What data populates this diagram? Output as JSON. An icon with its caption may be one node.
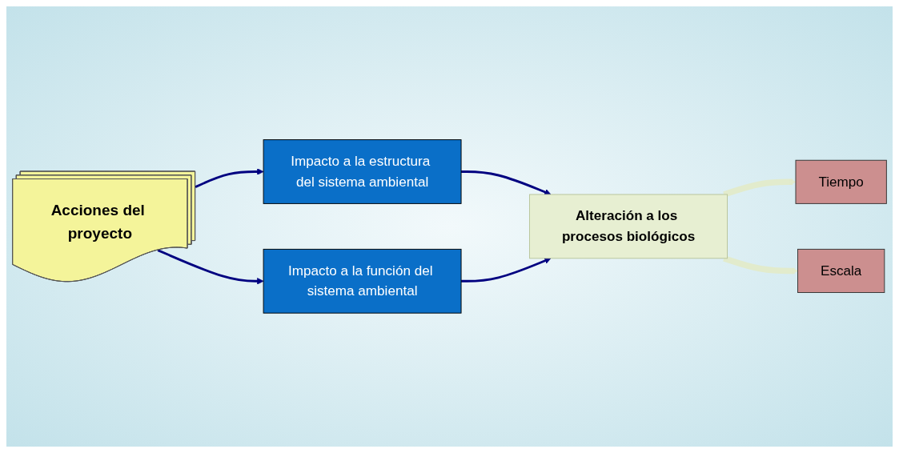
{
  "diagram": {
    "nodes": [
      {
        "text": [
          "Acciones del proyecto"
        ]
      },
      {
        "text": [
          "Impacto a la estructura del sistema ambiental"
        ]
      },
      {
        "text": [
          "Impacto a la función del sistema ambiental"
        ]
      },
      {
        "text": [
          "Alteración a los procesos biológicos"
        ]
      },
      {
        "text": [
          "Tiempo"
        ]
      },
      {
        "text": [
          "Escala"
        ]
      }
    ],
    "edges": [
      {
        "from": 0,
        "to": 1,
        "arrow": "to"
      },
      {
        "from": 0,
        "to": 2,
        "arrow": "to"
      },
      {
        "from": 1,
        "to": 3,
        "arrow": "to"
      },
      {
        "from": 2,
        "to": 3,
        "arrow": "to"
      },
      {
        "from": 3,
        "to": 4,
        "arrow": "to",
        "style": "thick",
        "color": "#e2ebcc"
      },
      {
        "from": 3,
        "to": 5,
        "arrow": "to",
        "style": "thick",
        "color": "#e2ebcc"
      }
    ]
  }
}
